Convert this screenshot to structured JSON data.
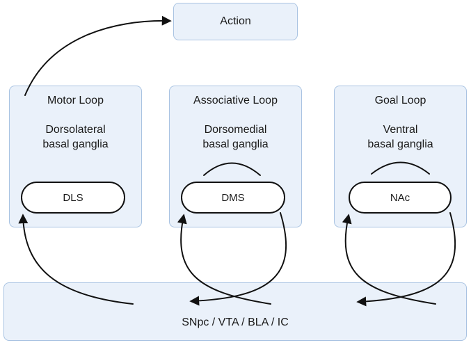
{
  "action": {
    "label": "Action"
  },
  "loops": [
    {
      "title": "Motor Loop",
      "region": [
        "Dorsolateral",
        "basal ganglia"
      ],
      "node": "DLS"
    },
    {
      "title": "Associative Loop",
      "region": [
        "Dorsomedial",
        "basal ganglia"
      ],
      "node": "DMS"
    },
    {
      "title": "Goal Loop",
      "region": [
        "Ventral",
        "basal ganglia"
      ],
      "node": "NAc"
    }
  ],
  "bottom": {
    "label": "SNpc / VTA / BLA / IC"
  },
  "colors": {
    "box_fill": "#eaf1fa",
    "box_border": "#a9c3e2",
    "stroke": "#111111"
  }
}
